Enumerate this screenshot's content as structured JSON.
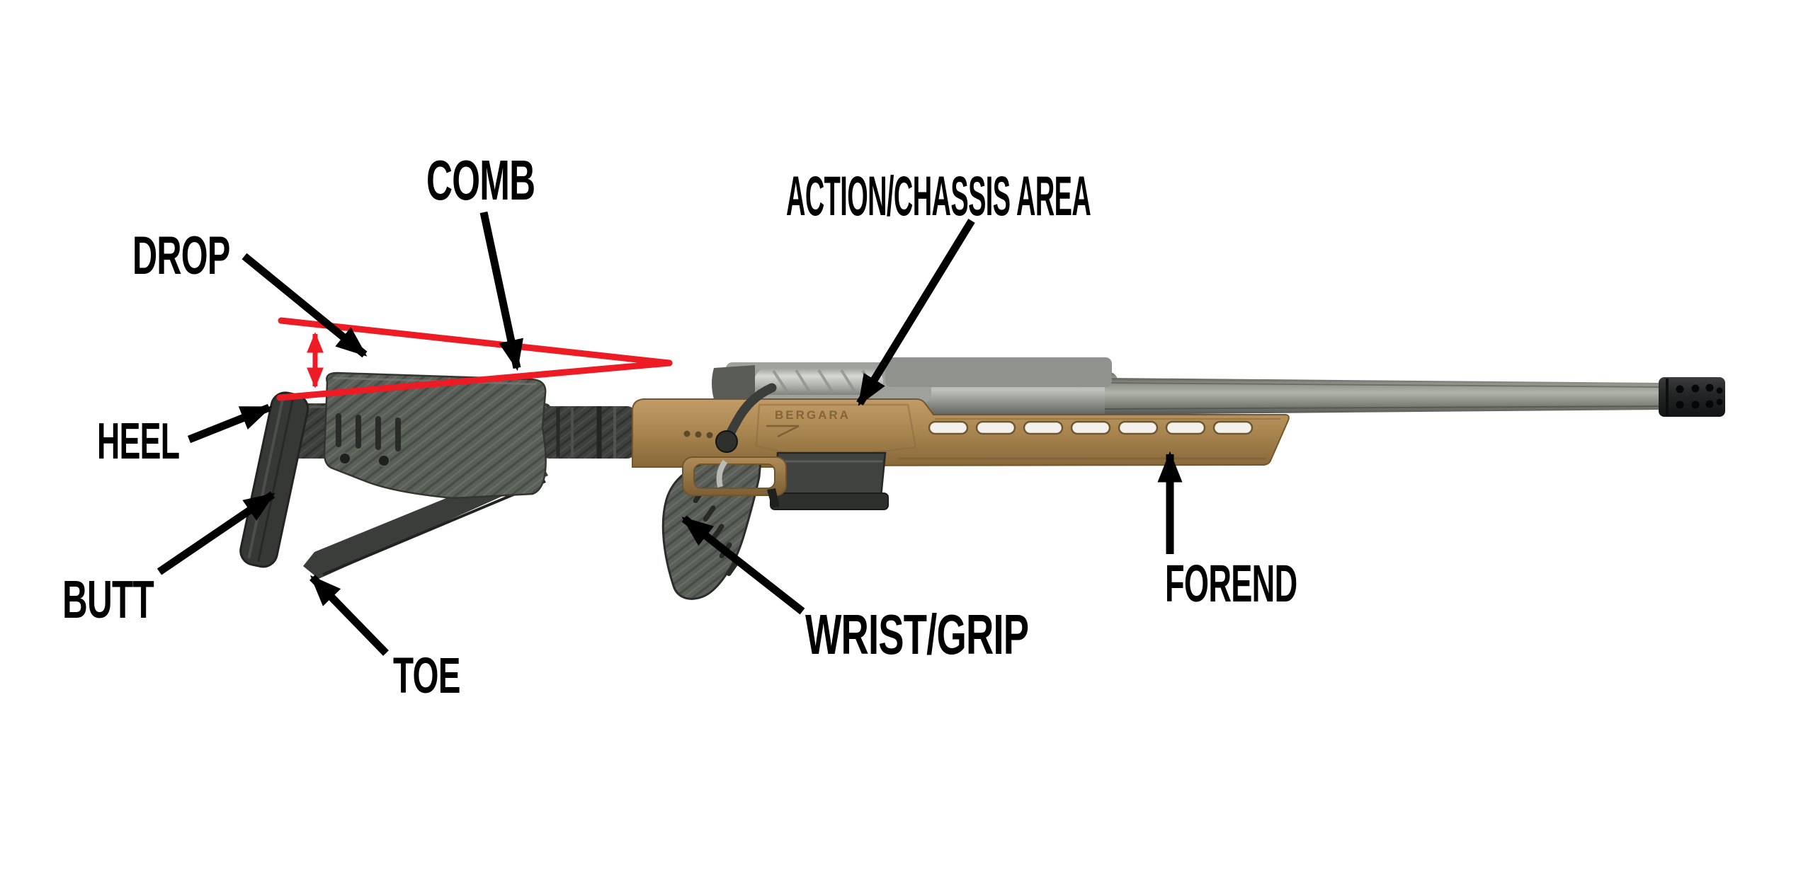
{
  "diagram": {
    "type": "labeled-parts-diagram",
    "subject": "bolt-action rifle stock and chassis nomenclature",
    "labels": {
      "comb": "COMB",
      "drop": "DROP",
      "heel": "HEEL",
      "butt": "BUTT",
      "toe": "TOE",
      "wrist_grip": "WRIST/GRIP",
      "action_chassis": "ACTION/CHASSIS AREA",
      "forend": "FOREND"
    },
    "rifle": {
      "brand_engraving": "BERGARA"
    },
    "colors": {
      "annotation_black": "#000000",
      "annotation_red": "#ed1c24",
      "chassis_tan": "#a8854f",
      "stock_carbon_gray": "#5b5f59",
      "barrel_gray": "#8f928c",
      "muzzle_brake_black": "#26282a",
      "background": "#ffffff"
    }
  }
}
